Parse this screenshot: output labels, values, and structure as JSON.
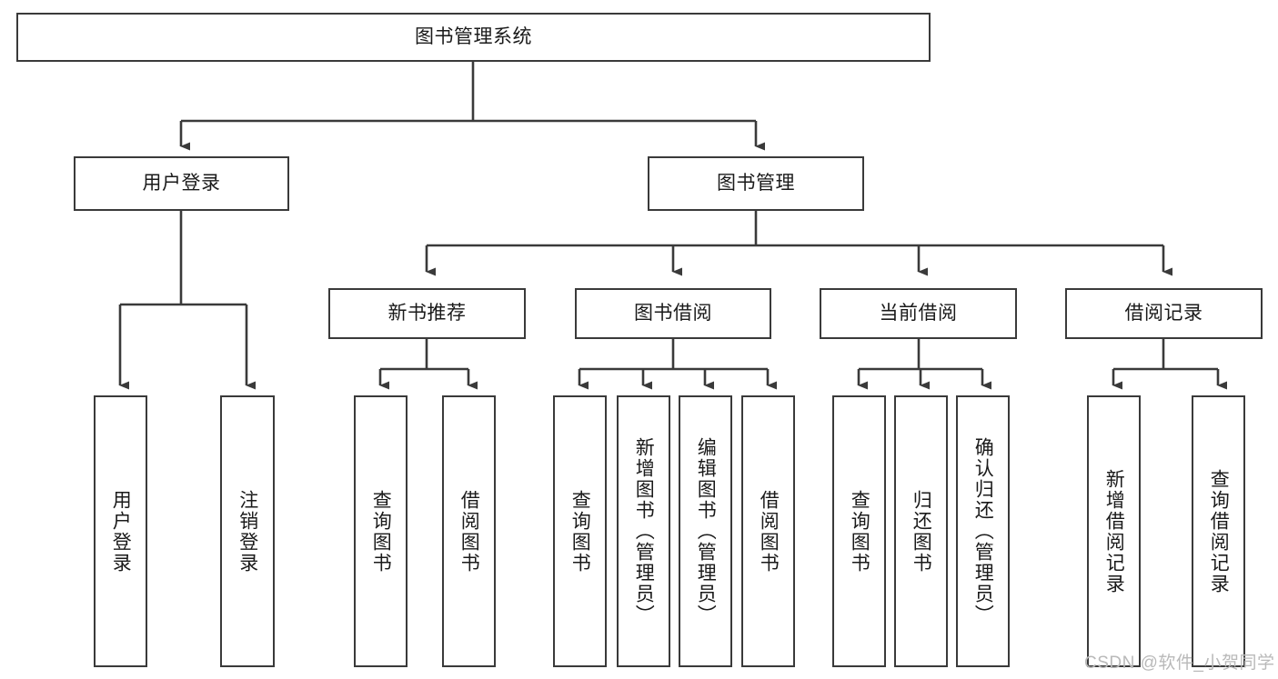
{
  "diagram": {
    "type": "tree",
    "title": "图书管理系统",
    "watermark": "CSDN @软件_小贺同学",
    "colors": {
      "stroke": "#3a3a3a",
      "box_fill": "#ffffff",
      "text": "#1a1a1a",
      "watermark": "#b9b9b9",
      "background": "#ffffff"
    },
    "levels": {
      "root": {
        "label": "图书管理系统"
      },
      "level2": [
        {
          "label": "用户登录"
        },
        {
          "label": "图书管理"
        }
      ],
      "level3": [
        {
          "label": "新书推荐"
        },
        {
          "label": "图书借阅"
        },
        {
          "label": "当前借阅"
        },
        {
          "label": "借阅记录"
        }
      ],
      "leaves": [
        {
          "label": "用户登录",
          "parent": "用户登录"
        },
        {
          "label": "注销登录",
          "parent": "用户登录"
        },
        {
          "label": "查询图书",
          "parent": "新书推荐"
        },
        {
          "label": "借阅图书",
          "parent": "新书推荐"
        },
        {
          "label": "查询图书",
          "parent": "图书借阅"
        },
        {
          "label": "新增图书（管理员）",
          "parent": "图书借阅"
        },
        {
          "label": "编辑图书（管理员）",
          "parent": "图书借阅"
        },
        {
          "label": "借阅图书",
          "parent": "图书借阅"
        },
        {
          "label": "查询图书",
          "parent": "当前借阅"
        },
        {
          "label": "归还图书",
          "parent": "当前借阅"
        },
        {
          "label": "确认归还（管理员）",
          "parent": "当前借阅"
        },
        {
          "label": "新增借阅记录",
          "parent": "借阅记录"
        },
        {
          "label": "查询借阅记录",
          "parent": "借阅记录"
        }
      ]
    }
  }
}
